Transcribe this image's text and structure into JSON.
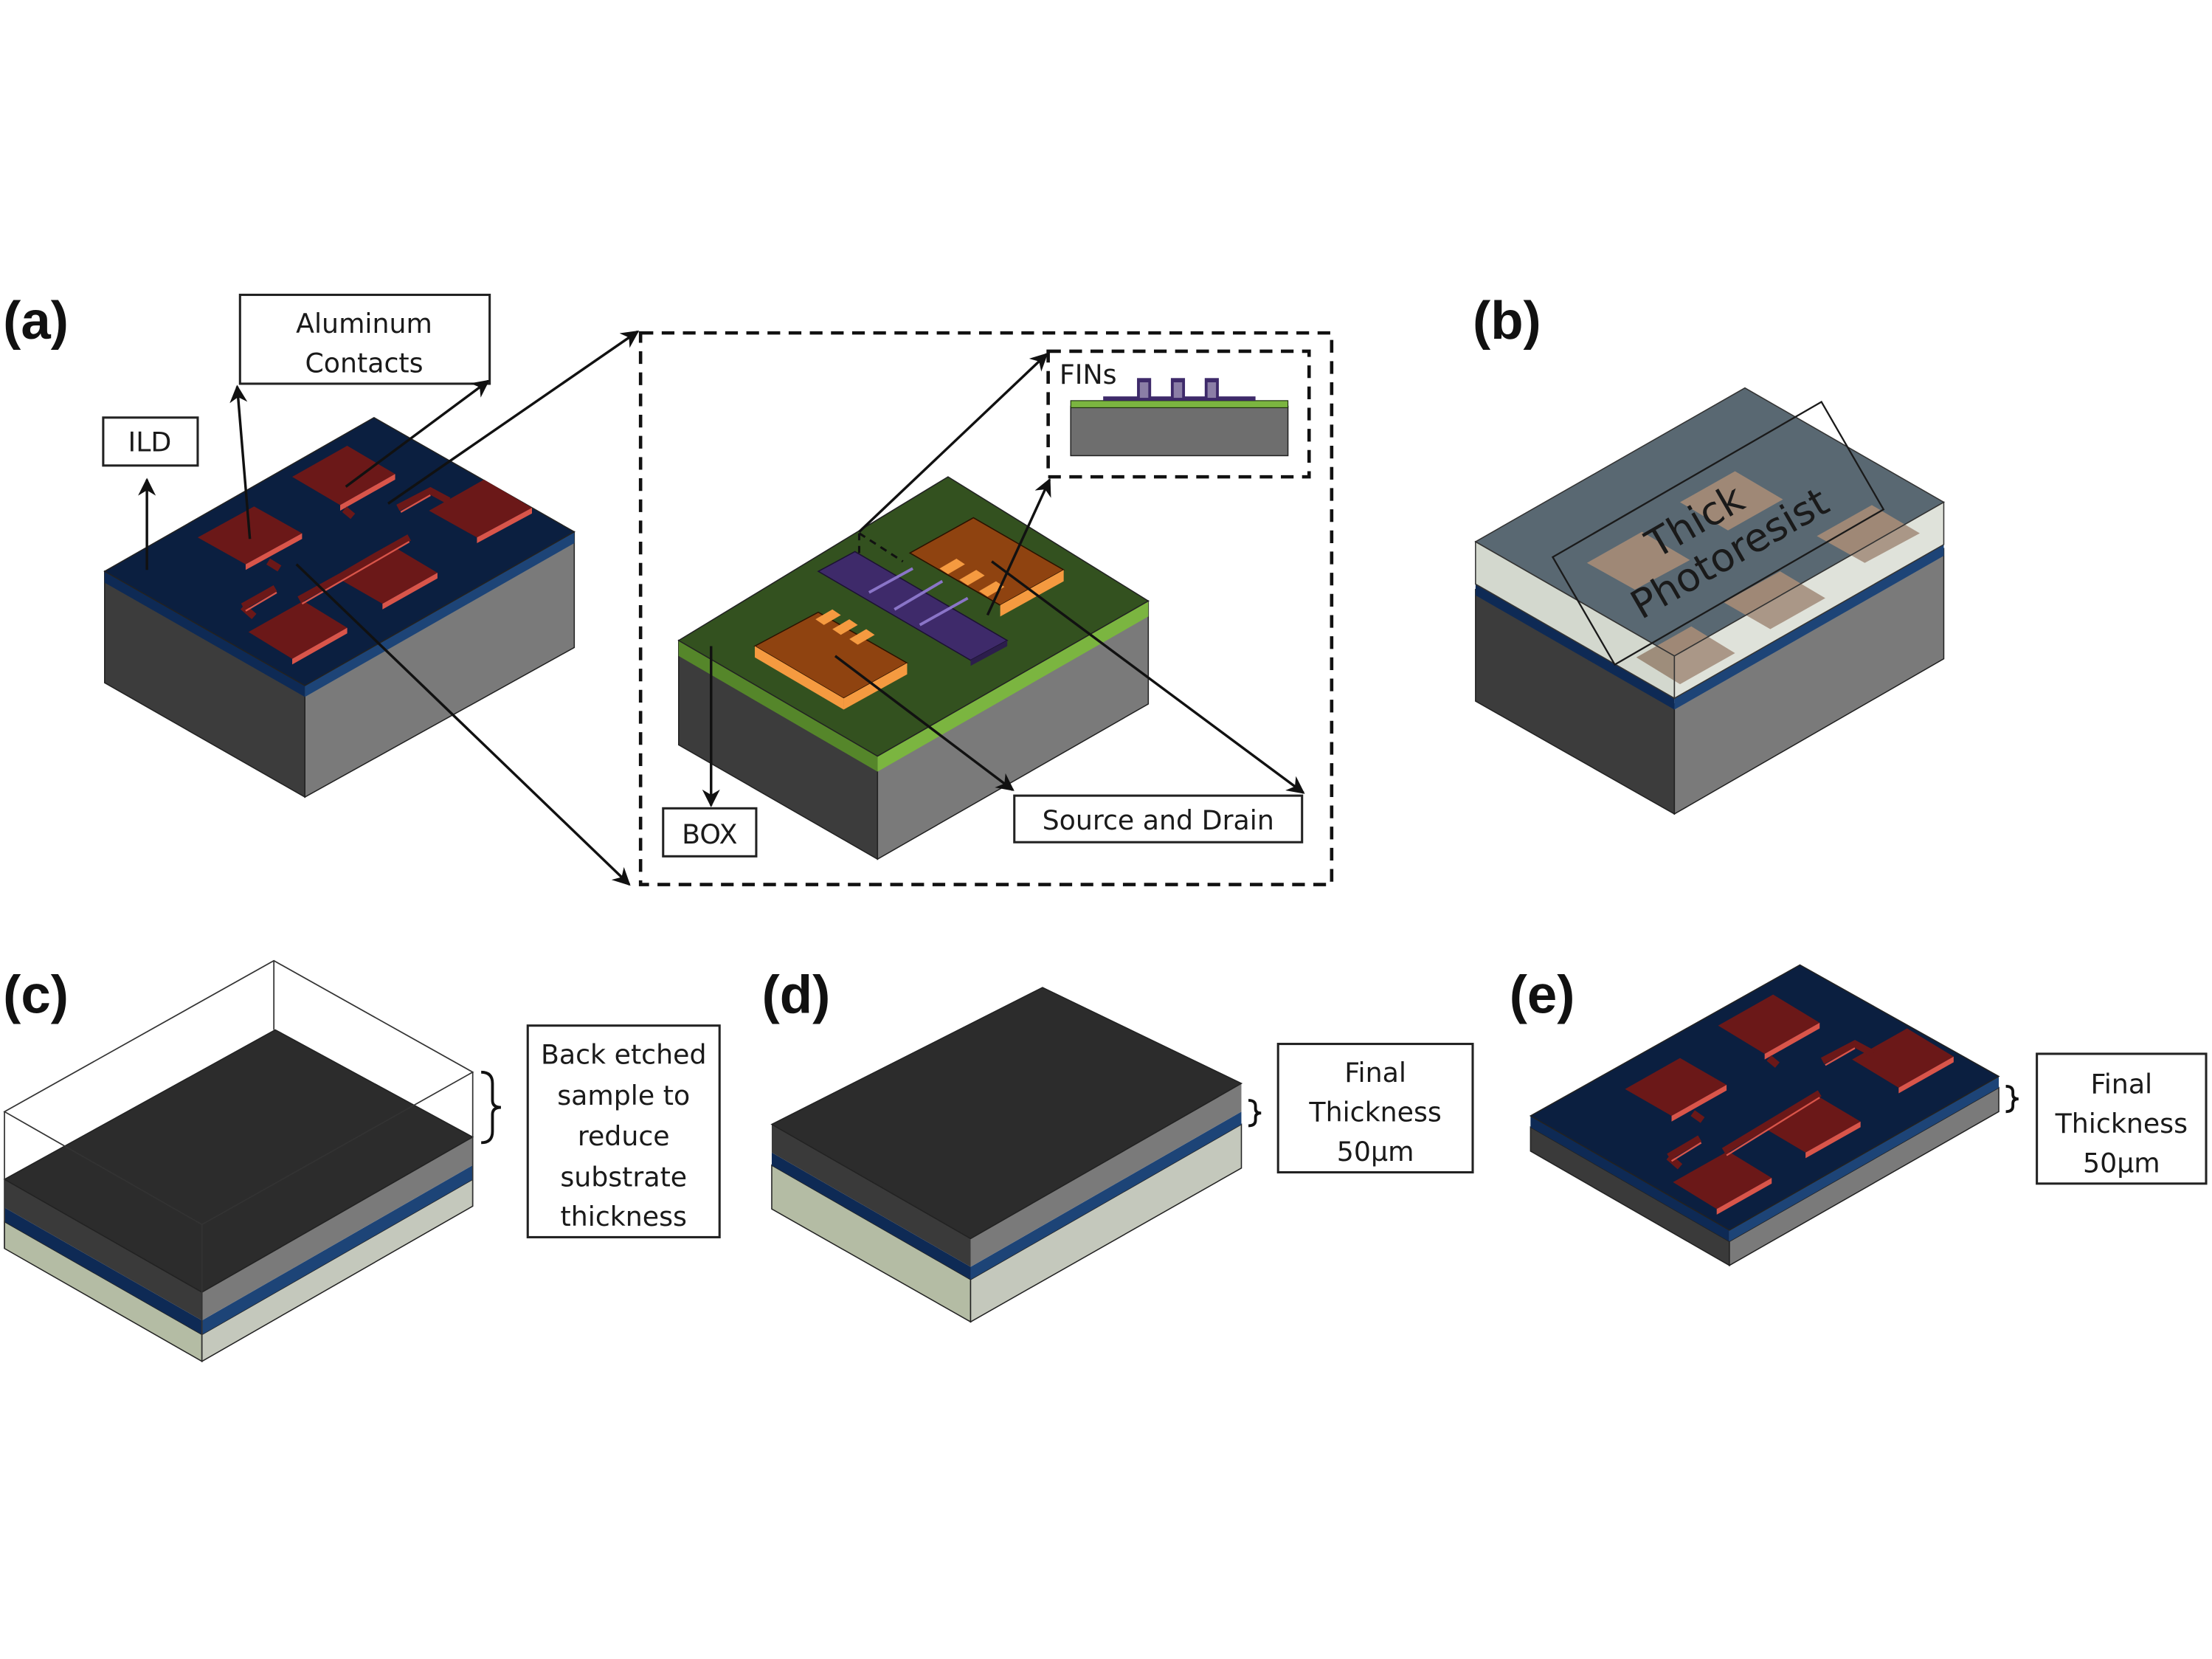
{
  "figure": {
    "panels": [
      {
        "id": "a",
        "label": "(a)",
        "description": "FinFET device with aluminum contacts on ILD, zoomed transistor inset"
      },
      {
        "id": "b",
        "label": "(b)",
        "description": "Device covered in thick photoresist"
      },
      {
        "id": "c",
        "label": "(c)",
        "description": "Back etched sample"
      },
      {
        "id": "d",
        "label": "(d)",
        "description": "Thinned sample, upside down"
      },
      {
        "id": "e",
        "label": "(e)",
        "description": "Final thinned device"
      }
    ],
    "callouts": {
      "aluminum_contacts": [
        "Aluminum",
        "Contacts"
      ],
      "ild": "ILD",
      "fins": "FINs",
      "box": "BOX",
      "source_drain": "Source and Drain",
      "thick_photoresist": [
        "Thick",
        "Photoresist"
      ],
      "back_etched": [
        "Back etched",
        "sample to",
        "reduce",
        "substrate",
        "thickness"
      ],
      "final_thickness_d": [
        "Final",
        "Thickness",
        "50µm"
      ],
      "final_thickness_e": [
        "Final",
        "Thickness",
        "50µm"
      ]
    },
    "colors": {
      "ild_navy": "#0b1f40",
      "ild_edge_blue": "#1d4477",
      "contact_red": "#6b1818",
      "contact_highlight": "#d9554a",
      "substrate_top_gray": "#4a4a4a",
      "substrate_left": "#3c3c3c",
      "substrate_right": "#7a7a7a",
      "box_green": "#33511f",
      "box_edge_green": "#7bb540",
      "source_drain_orange": "#8f4310",
      "source_drain_edge": "#f59a40",
      "gate_purple": "#3e2a6a",
      "fin_purple": "#6a55a0",
      "photoresist": "#b9c2b0",
      "etched_dark": "#2c2c2c",
      "handle_sage": "#b4bca4"
    }
  }
}
